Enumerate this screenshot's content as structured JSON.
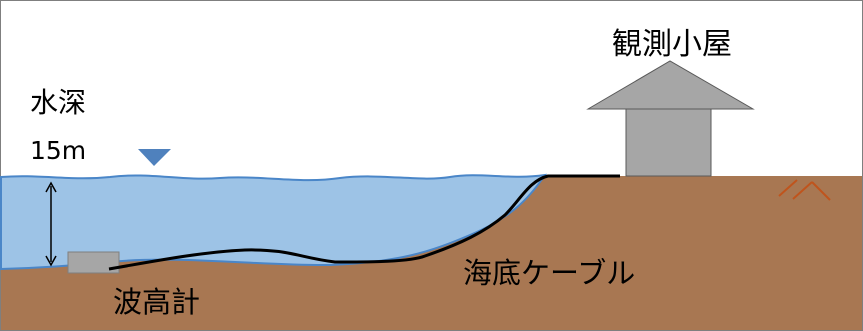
{
  "diagram": {
    "depth_label": "水深",
    "depth_value": "15m",
    "hut_label": "観測小屋",
    "cable_label": "海底ケーブル",
    "gauge_label": "波高計"
  },
  "colors": {
    "water": "#9dc3e6",
    "water_edge": "#4a86c8",
    "ground": "#a87752",
    "ground_mark": "#c0541c",
    "hut": "#a6a6a6",
    "hut_stroke": "#595959",
    "gauge": "#a6a6a6",
    "cable": "#000000",
    "water_level_marker": "#4f81bd"
  }
}
